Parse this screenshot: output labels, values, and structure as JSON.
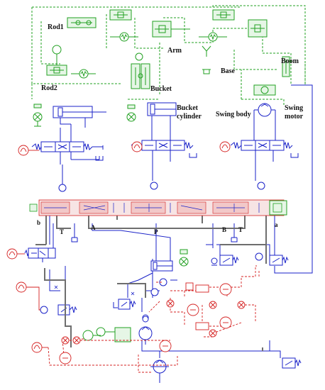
{
  "labels": {
    "rod1": "Rod1",
    "rod2": "Rod2",
    "arm": "Arm",
    "bucket": "Bucket",
    "base": "Base",
    "boom": "Boom",
    "bucket_cylinder_1": "Bucket",
    "bucket_cylinder_2": "cylinder",
    "swing_body": "Swing body",
    "swing_motor_1": "Swing",
    "swing_motor_2": "motor",
    "port_b_left": "b",
    "port_T_left": "T",
    "port_A": "A",
    "port_P": "P",
    "port_B": "B",
    "port_T_right": "T",
    "port_a_right": "a"
  },
  "colors": {
    "mechanical_green": "#22a022",
    "hydraulic_blue": "#1a22c8",
    "signal_red": "#d42020",
    "pipe_gray": "#6e6e6e",
    "valve_body_pink": "#f2c8c8",
    "label_black": "#111111"
  }
}
